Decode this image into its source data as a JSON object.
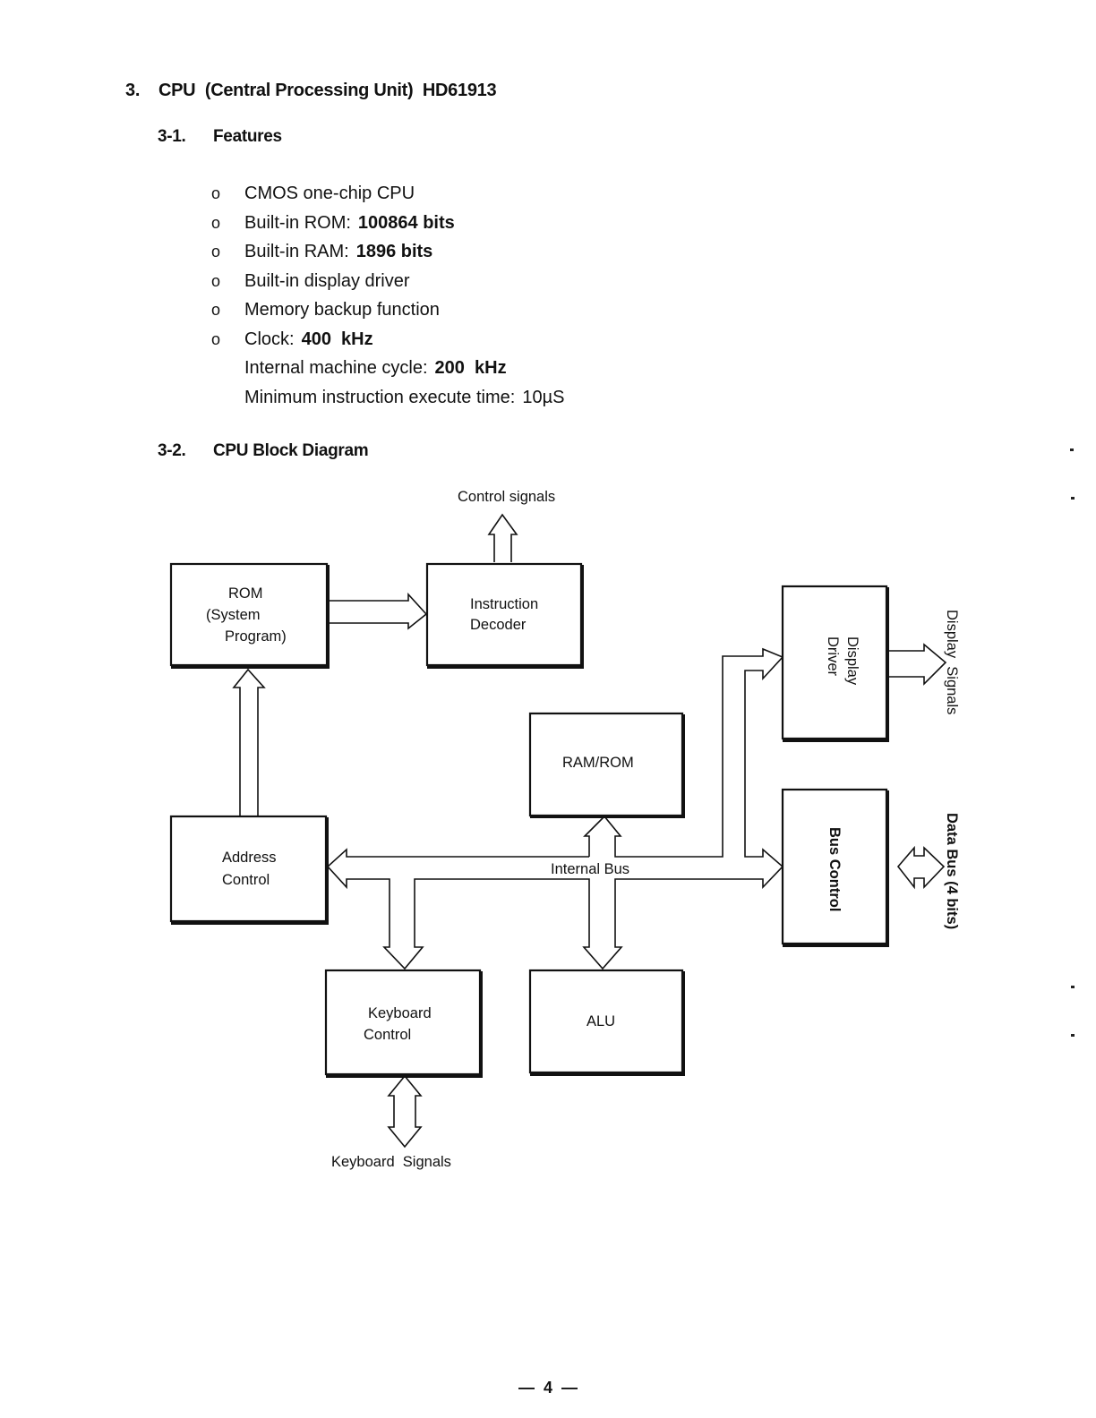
{
  "section": {
    "number": "3.",
    "title": "CPU  (Central Processing Unit)  HD61913"
  },
  "features": {
    "number": "3-1.",
    "title": "Features",
    "bullet_symbol": "o",
    "items": [
      {
        "text": "CMOS one-chip CPU",
        "value": ""
      },
      {
        "text": "Built-in ROM:",
        "value": "100864 bits"
      },
      {
        "text": "Built-in RAM:",
        "value": "1896 bits"
      },
      {
        "text": "Built-in display driver",
        "value": ""
      },
      {
        "text": "Memory backup function",
        "value": ""
      },
      {
        "text": "Clock:",
        "value": "400  kHz"
      }
    ],
    "sub_items": [
      {
        "text": "Internal machine cycle:",
        "value": "200  kHz"
      },
      {
        "text": "Minimum instruction execute time:",
        "value": "10µS"
      }
    ]
  },
  "block_diagram": {
    "number": "3-2.",
    "title": "CPU Block Diagram",
    "blocks": {
      "rom": [
        "ROM",
        "(System",
        "Program)"
      ],
      "instruction_decoder": [
        "Instruction",
        "Decoder"
      ],
      "display_driver": [
        "Display",
        "Driver"
      ],
      "ram_rom": [
        "RAM/ROM"
      ],
      "bus_control": [
        "Bus Control"
      ],
      "address_control": [
        "Address",
        "Control"
      ],
      "keyboard_control": [
        "Keyboard",
        "Control"
      ],
      "alu": [
        "ALU"
      ]
    },
    "signals": {
      "control": "Control signals",
      "display": "Display  Signals",
      "data_bus": "Data Bus (4 bits)",
      "keyboard": "Keyboard  Signals",
      "internal_bus": "Internal Bus"
    }
  },
  "page_number": "—  4  —"
}
